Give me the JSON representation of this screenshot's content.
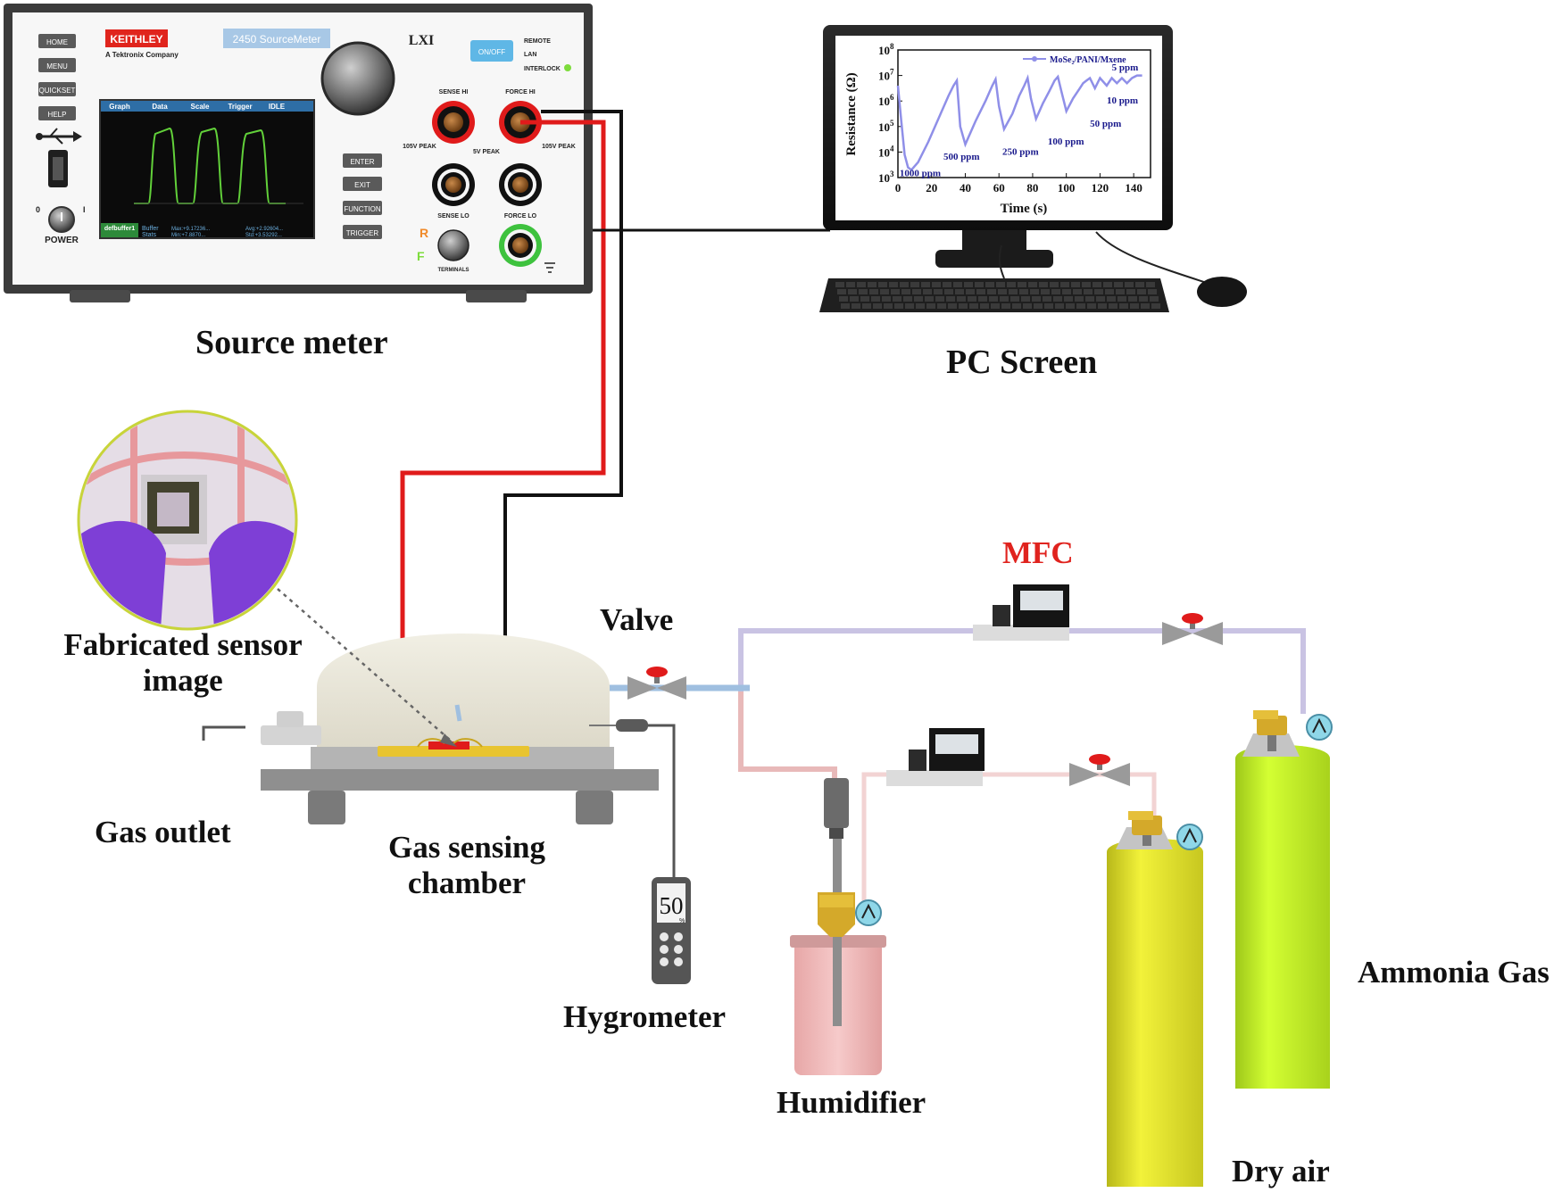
{
  "labels": {
    "source_meter": "Source meter",
    "pc_screen": "PC Screen",
    "fabricated_sensor": "Fabricated sensor image",
    "gas_outlet": "Gas outlet",
    "gas_sensing_chamber": "Gas sensing chamber",
    "valve": "Valve",
    "mfc": "MFC",
    "hygrometer": "Hygrometer",
    "humidifier": "Humidifier",
    "dry_air": "Dry air",
    "ammonia_gas": "Ammonia Gas"
  },
  "source_meter": {
    "brand": "KEITHLEY",
    "brand_sub": "A Tektronix Company",
    "model": "2450 SourceMeter",
    "lxi": "LXI",
    "on_off": "ON/OFF",
    "remote": "REMOTE",
    "lan": "LAN",
    "interlock": "INTERLOCK",
    "left_buttons": [
      "HOME",
      "MENU",
      "QUICKSET",
      "HELP"
    ],
    "right_buttons": [
      "ENTER",
      "EXIT",
      "FUNCTION",
      "TRIGGER"
    ],
    "screen_tabs": [
      "Graph",
      "Data",
      "Scale",
      "Trigger",
      "IDLE"
    ],
    "buffer_name": "defbuffer1",
    "buffer_label": "Buffer",
    "stats_label": "Stats",
    "stat_max": "Max:+9.17236...",
    "stat_min": "Min:+7.8870...",
    "stat_avg": "Avg:+2.92604...",
    "stat_std": "Std:+3.53292...",
    "power": "POWER",
    "sense_hi": "SENSE HI",
    "force_hi": "FORCE HI",
    "sense_lo": "SENSE LO",
    "force_lo": "FORCE LO",
    "peak_left": "105V PEAK",
    "peak_mid": "5V PEAK",
    "peak_right": "105V PEAK",
    "r": "R",
    "f": "F",
    "terminals": "TERMINALS"
  },
  "hygrometer": {
    "reading": "50",
    "unit": "%"
  },
  "chart_data": {
    "type": "line",
    "series": [
      {
        "name": "MoSe₂/PANI/Mxene",
        "x": [
          0,
          2,
          4,
          6,
          8,
          12,
          18,
          24,
          30,
          33,
          35,
          37,
          40,
          46,
          52,
          56,
          58,
          60,
          63,
          68,
          72,
          75,
          77,
          79,
          82,
          86,
          90,
          93,
          95,
          97,
          100,
          104,
          108,
          110,
          112,
          114,
          117,
          120,
          124,
          127,
          130,
          133,
          136,
          139,
          142,
          145
        ],
        "y_exp": [
          6.6,
          5.2,
          3.9,
          3.4,
          3.3,
          3.6,
          4.4,
          5.3,
          6.2,
          6.6,
          6.8,
          5.0,
          4.3,
          5.2,
          6.0,
          6.6,
          6.85,
          5.8,
          4.9,
          5.5,
          6.2,
          6.6,
          6.9,
          6.1,
          5.3,
          5.9,
          6.4,
          6.8,
          6.95,
          6.4,
          5.6,
          6.1,
          6.5,
          6.7,
          6.8,
          6.9,
          6.5,
          6.9,
          6.6,
          6.9,
          6.7,
          6.9,
          6.7,
          6.9,
          7.0,
          7.0
        ]
      }
    ],
    "xlabel": "Time (s)",
    "ylabel": "Resistance (Ω)",
    "xlim": [
      0,
      150
    ],
    "ylim_exp": [
      3,
      8
    ],
    "x_ticks": [
      "0",
      "20",
      "40",
      "60",
      "80",
      "100",
      "120",
      "140"
    ],
    "y_ticks_base": "10",
    "y_ticks_exp": [
      "3",
      "4",
      "5",
      "6",
      "7",
      "8"
    ],
    "annotations": [
      {
        "text": "1000 ppm",
        "x": 1,
        "y_exp": 3.05
      },
      {
        "text": "500 ppm",
        "x": 27,
        "y_exp": 3.7
      },
      {
        "text": "250 ppm",
        "x": 62,
        "y_exp": 3.9
      },
      {
        "text": "100 ppm",
        "x": 89,
        "y_exp": 4.3
      },
      {
        "text": "50 ppm",
        "x": 114,
        "y_exp": 5.0
      },
      {
        "text": "10 ppm",
        "x": 124,
        "y_exp": 5.9
      },
      {
        "text": "5 ppm",
        "x": 127,
        "y_exp": 7.2
      }
    ],
    "legend_position": "top-right",
    "colors": {
      "series": "#8f8fe8",
      "text": "#1a1a8c"
    }
  },
  "colors": {
    "red_wire": "#e01b1b",
    "black_wire": "#111111",
    "blue_pipe": "#9fbfe0",
    "purple_pipe": "#c9c3e3",
    "pink_pipe": "#e8b9b9",
    "cylinder_dry_air": "#e5e52a",
    "cylinder_ammonia": "#c8f020",
    "mfc_label": "#e0231e"
  }
}
